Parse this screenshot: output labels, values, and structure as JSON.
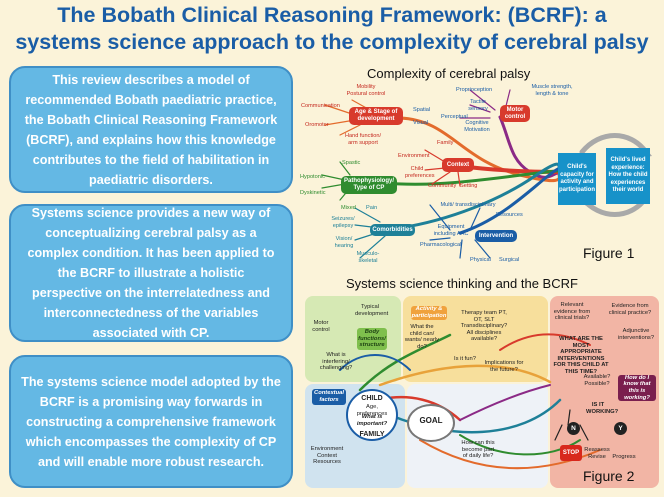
{
  "title": {
    "line1": "The Bobath Clinical Reasoning Framework: (BCRF): a",
    "line2": "systems science approach to the complexity of cerebral palsy"
  },
  "panels": [
    {
      "text": "This review describes a model of recommended Bobath paediatric practice, the Bobath Clinical Reasoning Framework (BCRF), and explains how this knowledge contributes to the field of habilitation in paediatric disorders."
    },
    {
      "text": "Systems science provides a new way of conceptualizing cerebral palsy as a complex condition. It has been applied to the BCRF to illustrate a holistic perspective on the interrelatedness and interconnectedness of the variables associated with CP."
    },
    {
      "text": "The systems science model adopted by the BCRF is a promising way forwards in constructing a comprehensive framework which encompasses the complexity of CP and will enable more robust research."
    }
  ],
  "figure1": {
    "title": "Complexity of cerebral palsy",
    "label": "Figure 1",
    "hubs": {
      "age": "Age & Stage of development",
      "motor": "Motor control",
      "context": "Context",
      "patho": "Pathophysiology/ Type of CP",
      "comorb": "Comorbidities",
      "interv": "Intervention"
    },
    "labels": {
      "mobility": "Mobility Postural control",
      "communication": "Communication",
      "oromotor": "Oromotor",
      "hand": "Hand function/ arm support",
      "proprioception": "Proprioception",
      "muscle": "Muscle strength, length & tone",
      "tactile": "Tactile sensory",
      "spatial": "Spatial",
      "perceptual": "Perceptual",
      "visual": "Visual",
      "cognitive": "Cognitive Motivation",
      "family": "Family",
      "environment": "Environment",
      "child_pref": "Child preferences",
      "community": "Community",
      "setting": "Setting",
      "spastic": "Spastic",
      "hypotonic": "Hypotonic",
      "dyskinetic": "Dyskinetic",
      "mixed": "Mixed",
      "pain": "Pain",
      "seizures": "Seizures/ epilepsy",
      "vision": "Vision/ hearing",
      "musculo": "Musculo- skeletal",
      "multi": "Multi/ transdisciplinary",
      "resources": "Resources",
      "equipment": "Equipment including AAC",
      "pharma": "Pharmacological",
      "physical": "Physical",
      "surgical": "Surgical"
    },
    "outcomes": {
      "capacity": "Child's capacity for activity and participation",
      "lived": "Child's lived experience: How the child experiences their world"
    }
  },
  "figure2": {
    "title": "Systems science thinking and the BCRF",
    "label": "Figure 2",
    "texts": {
      "typical": "Typical development",
      "motor_control": "Motor control",
      "body": "Body functions/ structure",
      "interfering": "What is interfering/ challenging?",
      "activity": "Activity & participation",
      "what_child": "What the child can/ wants/ nearly do?",
      "therapy": "Therapy team PT, OT, SLT Transdisciplinary? All disciplines available?",
      "is_fun": "Is it fun?",
      "implications": "Implications for the future?",
      "relevant": "Relevant evidence from clinical trials?",
      "evidence_practice": "Evidence from clinical practice?",
      "adjunctive": "Adjunctive interventions?",
      "most_appropriate": "WHAT ARE THE MOST APPROPRIATE INTERVENTIONS FOR THIS CHILD AT THIS TIME?",
      "available": "Available? Possible?",
      "how_know": "How do I know that this is working?",
      "is_working": "IS IT WORKING?",
      "contextual": "Contextual factors",
      "child": "CHILD",
      "child_age": "Age, preferences",
      "important": "What is important?",
      "family": "FAMILY",
      "goal": "GOAL",
      "env_context": "Environment Context Resources",
      "daily_life": "How can this become part of daily life?",
      "n": "N",
      "y": "Y",
      "stop": "STOP",
      "reassess": "Reassess Revise",
      "progress": "Progress"
    }
  },
  "colors": {
    "title": "#1a5da6",
    "panel": "#64b8e4",
    "background": "#fbf3d9",
    "hub": "#d83a2c",
    "outcome": "#1792c9"
  }
}
